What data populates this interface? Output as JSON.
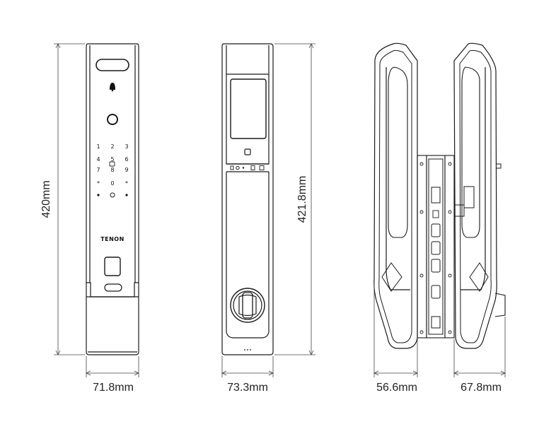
{
  "dimensions": {
    "front_width": "71.8mm",
    "front_height": "420mm",
    "back_width": "73.3mm",
    "back_height": "421.8mm",
    "side_left_width": "56.6mm",
    "side_right_width": "67.8mm"
  },
  "front_panel": {
    "brand": "TENON",
    "keypad": [
      [
        "1",
        "2",
        "3"
      ],
      [
        "4",
        "5",
        "6"
      ],
      [
        "7",
        "8",
        "9"
      ],
      [
        "*",
        "0",
        "*"
      ]
    ]
  }
}
